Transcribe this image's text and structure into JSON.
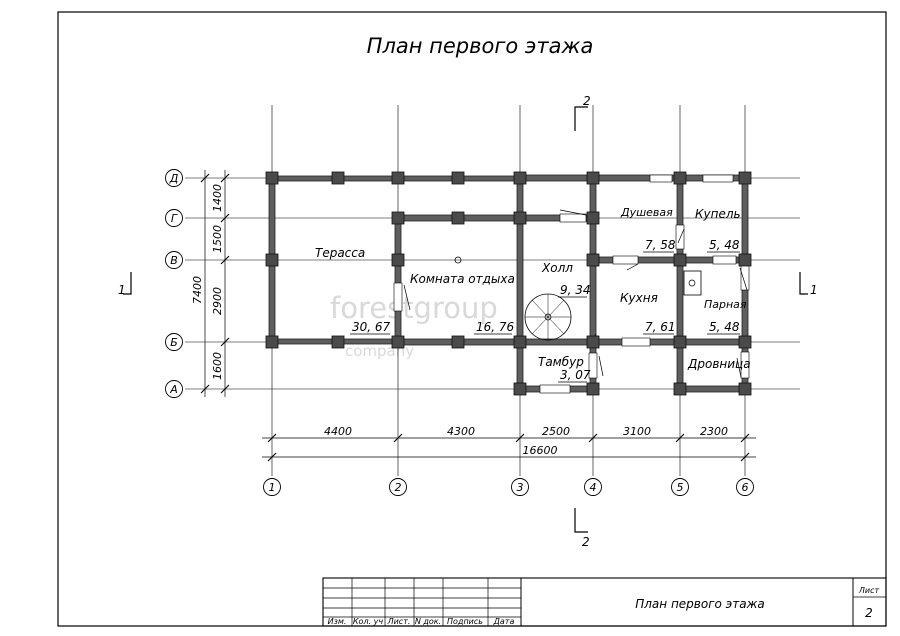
{
  "title": "План первого этажа",
  "watermark": {
    "brand": "forestgroup",
    "sub": "company"
  },
  "axes_vertical": [
    "1",
    "2",
    "3",
    "4",
    "5",
    "6"
  ],
  "axes_horizontal": [
    "Д",
    "Г",
    "В",
    "Б",
    "А"
  ],
  "dims_bottom": [
    "4400",
    "4300",
    "2500",
    "3100",
    "2300"
  ],
  "dim_total": "16600",
  "dims_left": [
    "1400",
    "1500",
    "2900",
    "1600"
  ],
  "dim_left_total": "7400",
  "section_marks": {
    "top": "2",
    "bottom": "2",
    "left": "1",
    "right": "1"
  },
  "rooms": [
    {
      "name": "Терасса",
      "area": "30, 67"
    },
    {
      "name": "Комната отдыха",
      "area": "16, 76"
    },
    {
      "name": "Холл",
      "area": "9, 34"
    },
    {
      "name": "Тамбур",
      "area": "3, 07"
    },
    {
      "name": "Душевая",
      "area": "7, 58"
    },
    {
      "name": "Купель",
      "area": "5, 48"
    },
    {
      "name": "Кухня",
      "area": "7, 61"
    },
    {
      "name": "Парная",
      "area": "5, 48"
    },
    {
      "name": "Дровница",
      "area": ""
    }
  ],
  "title_block": {
    "headers": [
      "Изм.",
      "Кол. уч",
      "Лист.",
      "N док.",
      "Подпись",
      "Дата"
    ],
    "sheet_title": "План первого этажа",
    "sheet_label": "Лист",
    "sheet_number": "2"
  }
}
